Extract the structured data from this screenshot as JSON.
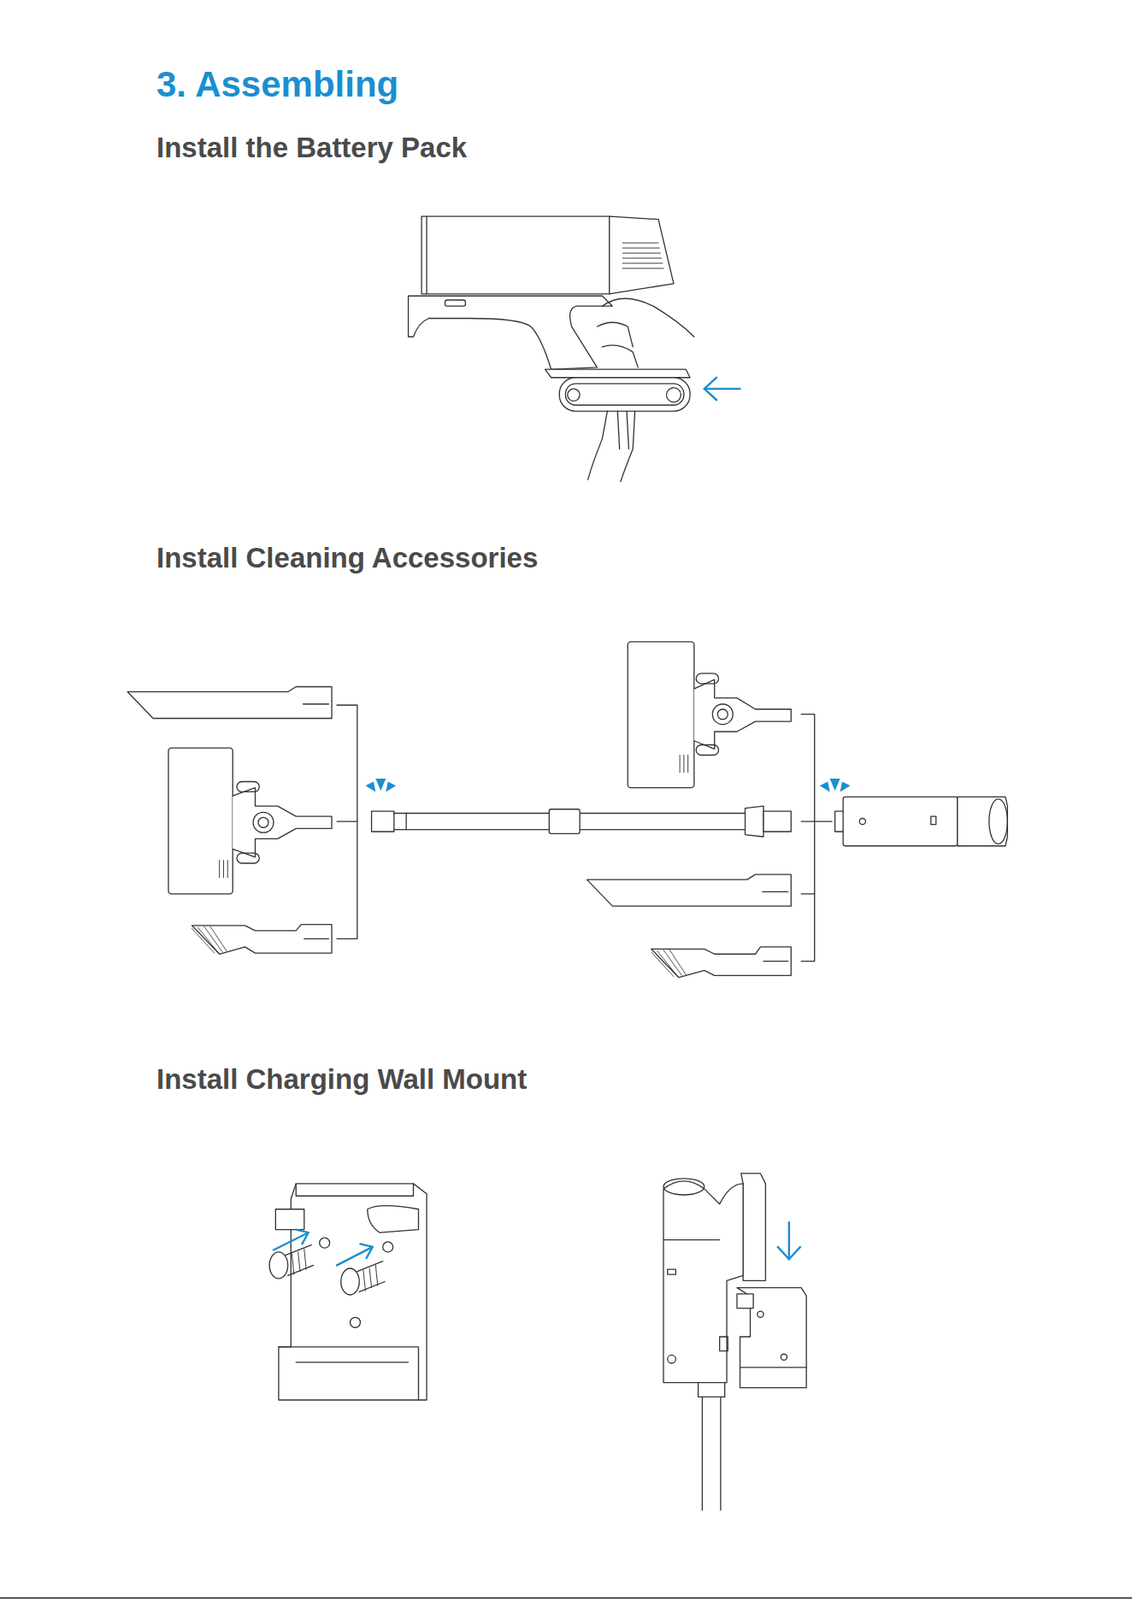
{
  "diagram": {
    "title": "3. Assembling",
    "labels": [
      "Install the Battery Pack",
      "Install Cleaning Accessories",
      "Install Charging Wall Mount"
    ]
  }
}
